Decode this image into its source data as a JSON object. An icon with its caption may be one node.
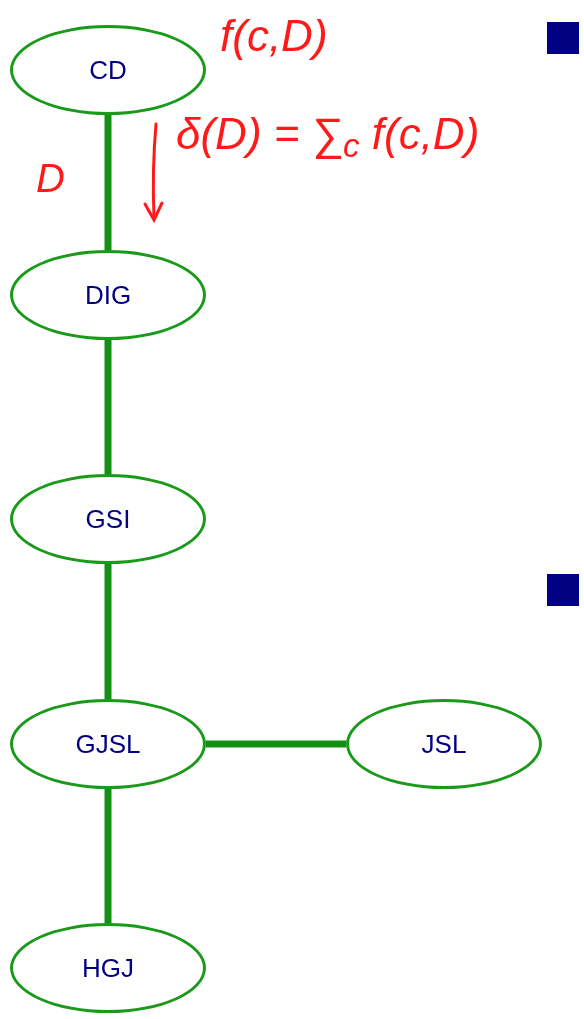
{
  "diagram": {
    "nodes": [
      {
        "text": [
          "CD"
        ]
      },
      {
        "text": [
          "DIG"
        ]
      },
      {
        "text": [
          "GSI"
        ]
      },
      {
        "text": [
          "GJSL"
        ]
      },
      {
        "text": [
          "JSL"
        ]
      },
      {
        "text": [
          "HGJ"
        ]
      }
    ],
    "edges": [
      {
        "from": 0,
        "to": 1,
        "arrow": "none"
      },
      {
        "from": 1,
        "to": 2,
        "arrow": "none"
      },
      {
        "from": 2,
        "to": 3,
        "arrow": "none"
      },
      {
        "from": 3,
        "to": 4,
        "arrow": "none"
      },
      {
        "from": 3,
        "to": 5,
        "arrow": "none"
      }
    ],
    "labels": [
      "f(c,D)",
      "D",
      "δ(D) = ∑$_{c}$ f(c,D)"
    ]
  }
}
